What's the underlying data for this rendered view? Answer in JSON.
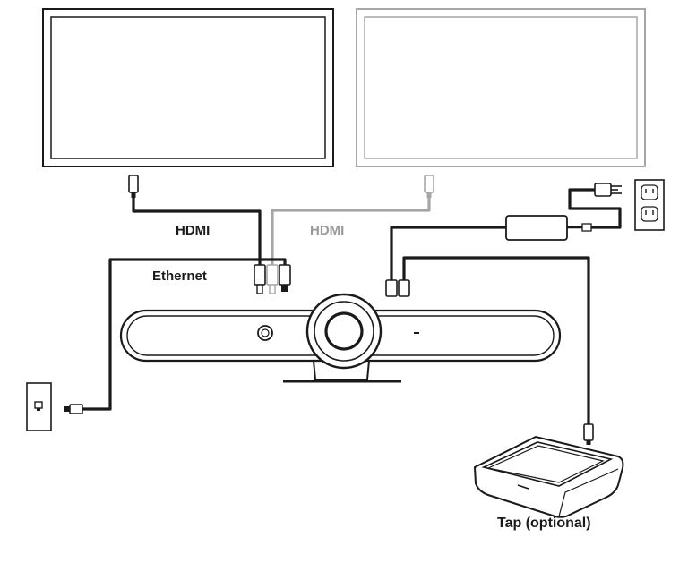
{
  "labels": {
    "hdmi_primary": "HDMI",
    "hdmi_secondary": "HDMI",
    "ethernet": "Ethernet",
    "tap": "Tap (optional)"
  },
  "colors": {
    "primary_line": "#1a1a1a",
    "secondary_line": "#a6a6a6",
    "background": "#ffffff"
  },
  "icons": {
    "ethernet_port": "network-jack-icon",
    "power_outlet": "wall-outlet-icon",
    "plug": "ac-plug-icon"
  }
}
